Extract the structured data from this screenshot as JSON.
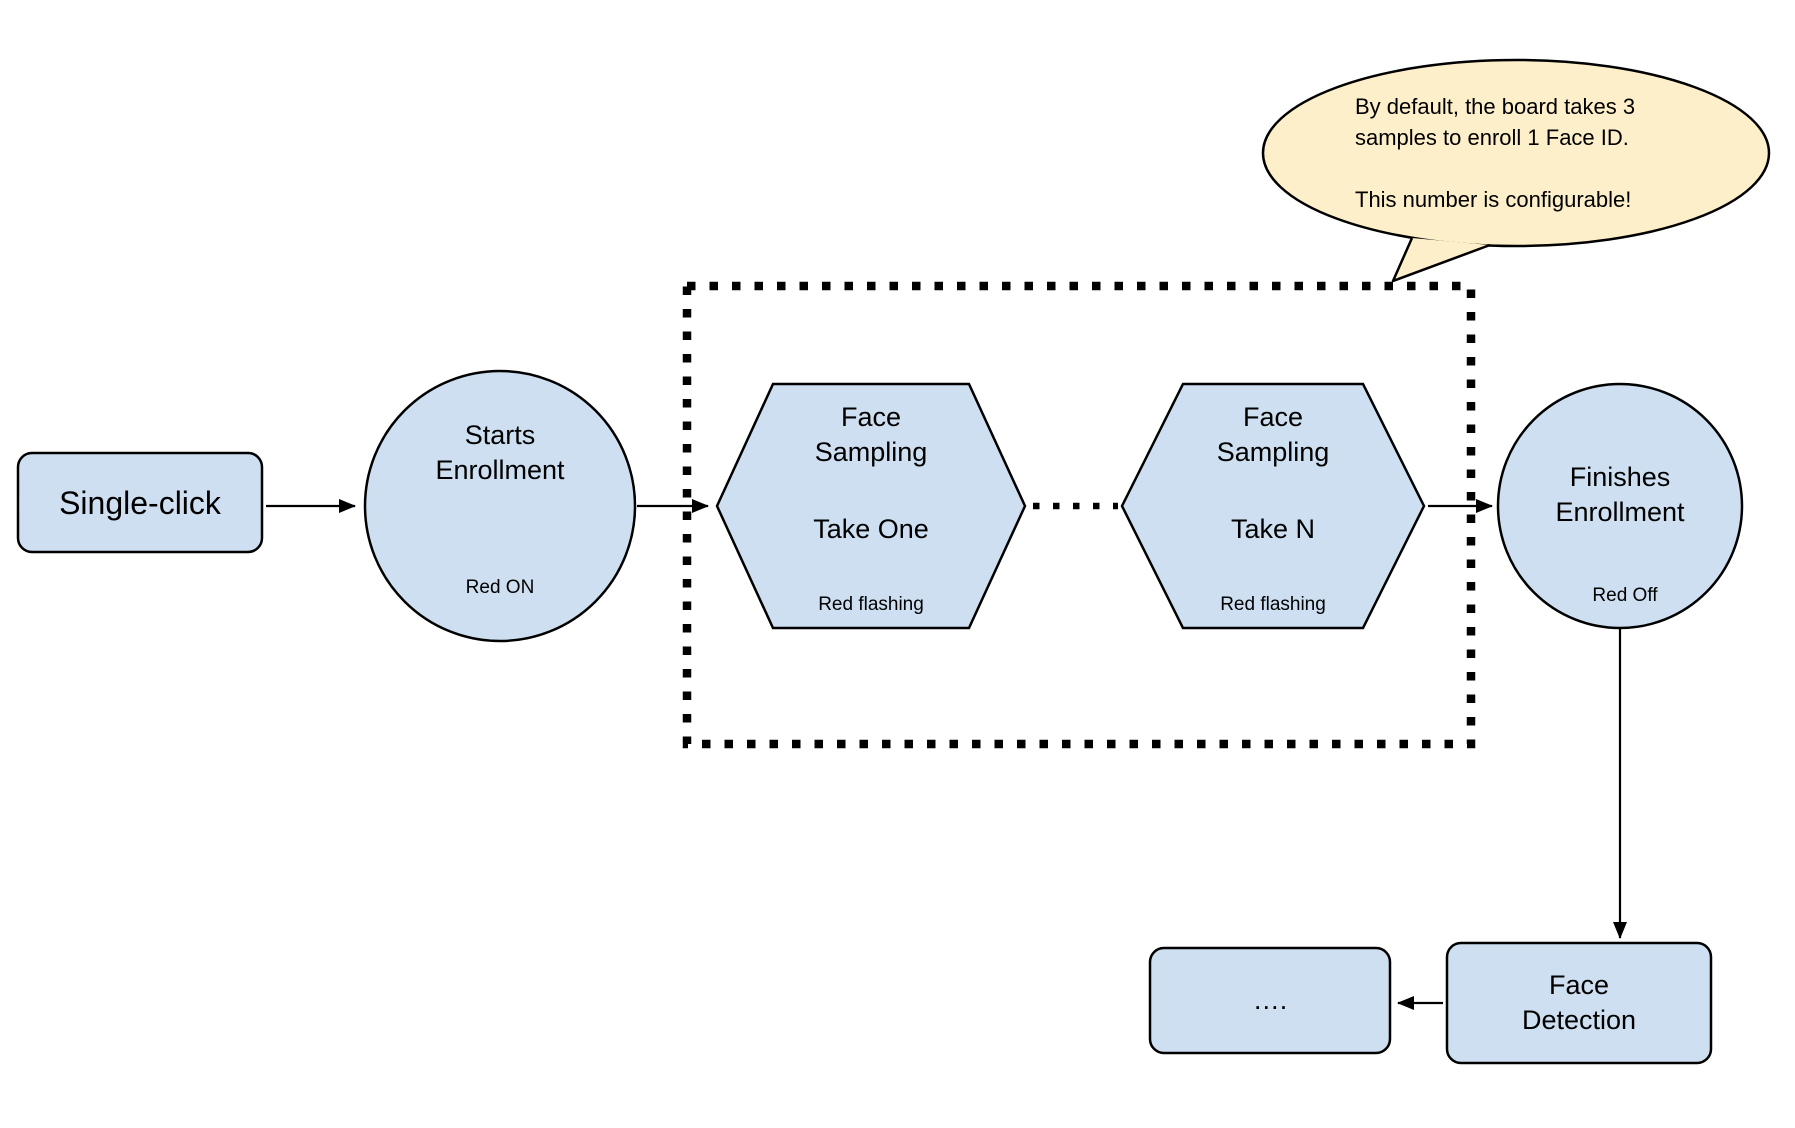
{
  "colors": {
    "node_fill": "#cddff0",
    "callout_fill": "#fcefc9",
    "stroke": "#000000"
  },
  "callout": {
    "text": "By default, the board takes 3\nsamples to enroll 1 Face ID.\n\nThis number is configurable!"
  },
  "nodes": {
    "single_click": {
      "label": "Single-click"
    },
    "starts_enrollment": {
      "label": "Starts\nEnrollment",
      "status": "Red ON"
    },
    "face_sampling_one": {
      "label": "Face\nSampling",
      "take": "Take One",
      "status": "Red flashing"
    },
    "face_sampling_n": {
      "label": "Face\nSampling",
      "take": "Take N",
      "status": "Red flashing"
    },
    "finishes_enrollment": {
      "label": "Finishes\nEnrollment",
      "status": "Red Off"
    },
    "face_detection": {
      "label": "Face\nDetection"
    },
    "continuation": {
      "label": "…."
    }
  }
}
